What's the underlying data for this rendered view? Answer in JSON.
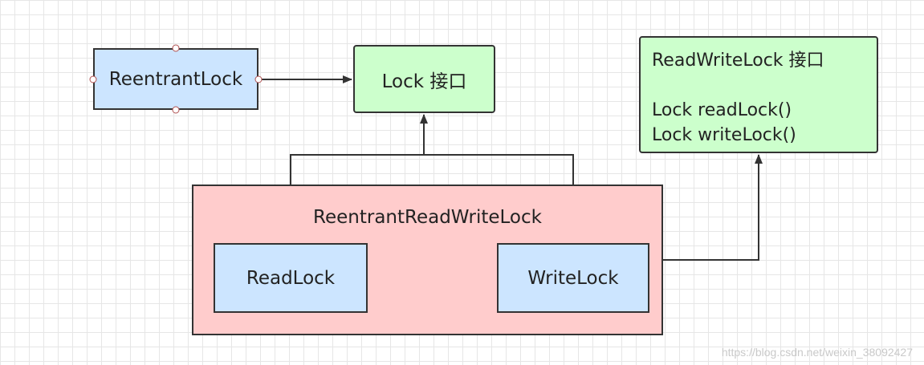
{
  "colors": {
    "blue_fill": "#cce5ff",
    "green_fill": "#ccffcc",
    "red_fill": "#ffcccc",
    "stroke": "#333333"
  },
  "nodes": {
    "reentrant_lock": "ReentrantLock",
    "lock_interface": "Lock 接口",
    "rrwl": "ReentrantReadWriteLock",
    "read_lock": "ReadLock",
    "write_lock": "WriteLock",
    "rwl_interface": {
      "title": "ReadWriteLock 接口",
      "method_1": "Lock readLock()",
      "method_2": "Lock writeLock()"
    }
  },
  "edges": [
    {
      "from": "ReentrantLock",
      "to": "Lock 接口"
    },
    {
      "from": "ReadLock",
      "to": "Lock 接口"
    },
    {
      "from": "WriteLock",
      "to": "Lock 接口"
    },
    {
      "from": "ReentrantReadWriteLock",
      "to": "ReadWriteLock 接口"
    }
  ],
  "watermark": "https://blog.csdn.net/weixin_38092427"
}
